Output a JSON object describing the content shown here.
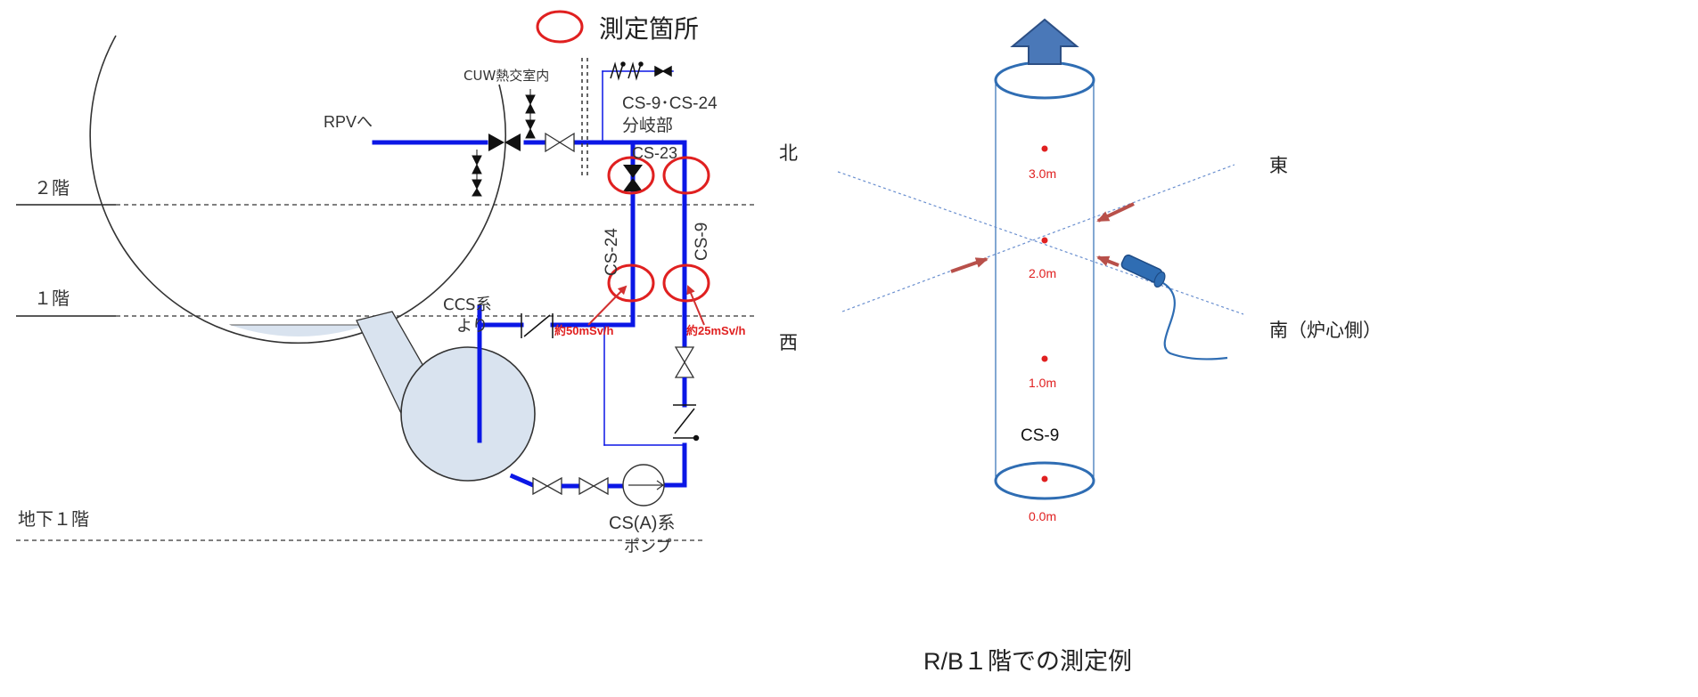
{
  "legend": {
    "label": "測定箇所"
  },
  "floors": {
    "f2": "２階",
    "f1": "１階",
    "b1": "地下１階"
  },
  "labels": {
    "cuw": "CUW熱交室内",
    "branch_line1": "CS-9･CS-24",
    "branch_line2": "分岐部",
    "rpv": "RPVへ",
    "cs23": "CS-23",
    "cs24": "CS-24",
    "cs9": "CS-9",
    "ccs_line1": "CCS系",
    "ccs_line2": "より",
    "dose_cs24": "約50mSv/h",
    "dose_cs9": "約25mSv/h",
    "pump_line1": "CS(A)系",
    "pump_line2": "ポンプ"
  },
  "directions": {
    "north": "北",
    "west": "西",
    "east": "東",
    "south": "南（炉心側）"
  },
  "measurement": {
    "heights": [
      "3.0m",
      "2.0m",
      "1.0m",
      "0.0m"
    ],
    "pipe_label": "CS-9",
    "caption": "R/B１階での測定例"
  },
  "colors": {
    "pipe": "#0b17e6",
    "marker": "#e02020",
    "dose_text": "#e02020",
    "arrow_up": "#4a78b8",
    "sensor": "#2f6db3",
    "guide_arrow": "#b8504a",
    "water": "#d9e3ef",
    "dashed": "#555555"
  },
  "icons": [
    "check-valve-icon",
    "gate-valve-icon",
    "pump-icon",
    "detector-icon",
    "up-arrow-icon"
  ]
}
